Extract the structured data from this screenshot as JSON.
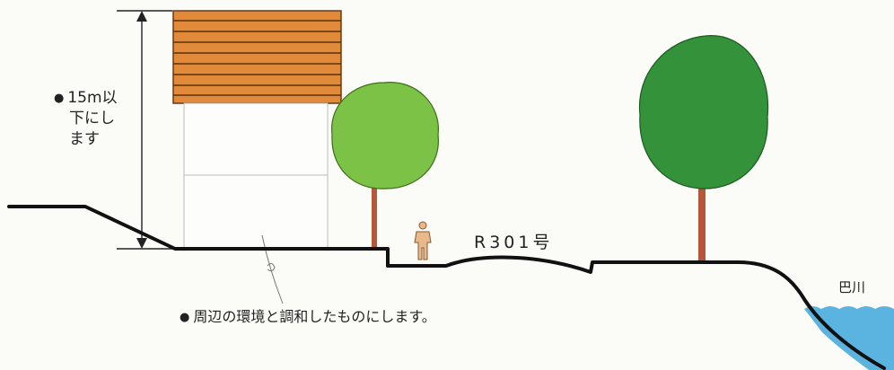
{
  "labels": {
    "height_note": [
      "15m以",
      "下にし",
      "ます"
    ],
    "harmony_note": "周辺の環境と調和したものにします。",
    "road": "R301号",
    "river": "巴川",
    "bullet": "●"
  },
  "colors": {
    "roof_fill": "#e08a3a",
    "roof_line": "#7a4a1a",
    "tree_green": "#3a9a3a",
    "tree_light": "#7cc246",
    "trunk": "#b6573a",
    "water": "#5bb3df",
    "ground_line": "#111111",
    "person": "#e8b98a"
  },
  "icons": [
    "bullet-dot-icon",
    "dimension-arrow-icon",
    "person-icon",
    "tree-icon"
  ]
}
